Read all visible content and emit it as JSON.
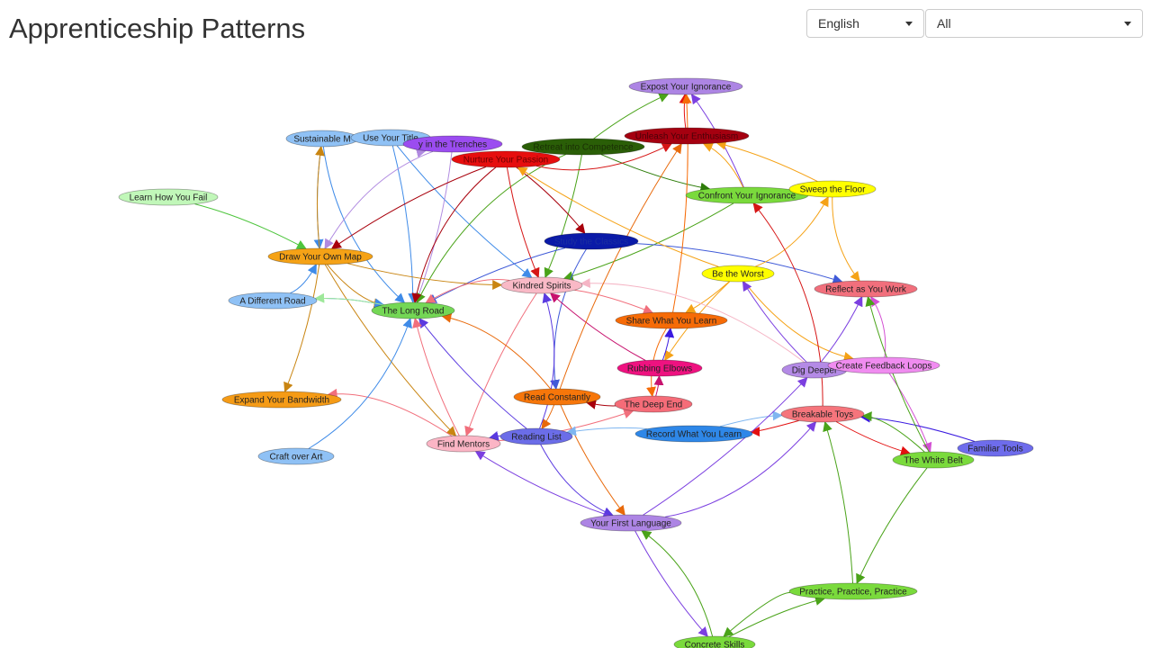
{
  "header": {
    "title": "Apprenticeship Patterns",
    "language_select": {
      "value": "English"
    },
    "filter_select": {
      "value": "All"
    }
  },
  "graph": {
    "nodes": [
      {
        "id": "expose",
        "label": "Expost Your Ignorance",
        "color": "#ad85e4",
        "text": "#222222"
      },
      {
        "id": "sustain",
        "label": "Sustainable M",
        "color": "#8fc1f5",
        "text": "#222222"
      },
      {
        "id": "usetitle",
        "label": "Use Your Title",
        "color": "#8fc1f5",
        "text": "#222222"
      },
      {
        "id": "trenches",
        "label": "y in the Trenches",
        "color": "#9b4cf0",
        "text": "#222222"
      },
      {
        "id": "competence",
        "label": "Retreat into Competence",
        "color": "#2a5e07",
        "text": "#1a2e05"
      },
      {
        "id": "unleash",
        "label": "Unleash Your Enthusiasm",
        "color": "#a50010",
        "text": "#4a0008"
      },
      {
        "id": "nurture",
        "label": "Nurture Your Passion",
        "color": "#e60e0e",
        "text": "#6e0000"
      },
      {
        "id": "confront",
        "label": "Confront Your Ignorance",
        "color": "#7ada3c",
        "text": "#222222"
      },
      {
        "id": "sweep",
        "label": "Sweep the Floor",
        "color": "#ffff00",
        "text": "#222222"
      },
      {
        "id": "learnfail",
        "label": "Learn How You Fail",
        "color": "#c1f7b9",
        "text": "#222222"
      },
      {
        "id": "classics",
        "label": "Study the Classics",
        "color": "#0a1aa8",
        "text": "#1a2ea0"
      },
      {
        "id": "ownmap",
        "label": "Draw Your Own Map",
        "color": "#f5a216",
        "text": "#222222"
      },
      {
        "id": "beworst",
        "label": "Be the Worst",
        "color": "#ffff00",
        "text": "#222222"
      },
      {
        "id": "kindred",
        "label": "Kindred Spirits",
        "color": "#f9b9c6",
        "text": "#222222"
      },
      {
        "id": "reflect",
        "label": "Reflect as You Work",
        "color": "#f16f7c",
        "text": "#222222"
      },
      {
        "id": "diffroad",
        "label": "A Different Road",
        "color": "#8fc1f5",
        "text": "#222222"
      },
      {
        "id": "longroad",
        "label": "The Long Road",
        "color": "#74d755",
        "text": "#222222"
      },
      {
        "id": "share",
        "label": "Share What You Learn",
        "color": "#f66b07",
        "text": "#222222"
      },
      {
        "id": "rubbing",
        "label": "Rubbing Elbows",
        "color": "#ee1280",
        "text": "#222222"
      },
      {
        "id": "digdeeper",
        "label": "Dig Deeper",
        "color": "#b48ae6",
        "text": "#222222"
      },
      {
        "id": "feedback",
        "label": "Create Feedback Loops",
        "color": "#f08cf0",
        "text": "#222222"
      },
      {
        "id": "bandwidth",
        "label": "Expand Your Bandwidth",
        "color": "#f59b16",
        "text": "#222222"
      },
      {
        "id": "readconst",
        "label": "Read Constantly",
        "color": "#f6760a",
        "text": "#222222"
      },
      {
        "id": "deepend",
        "label": "The Deep End",
        "color": "#f56c78",
        "text": "#222222"
      },
      {
        "id": "toys",
        "label": "Breakable Toys",
        "color": "#f5757c",
        "text": "#222222"
      },
      {
        "id": "record",
        "label": "Record What You Learn",
        "color": "#2e87e8",
        "text": "#222222"
      },
      {
        "id": "mentors",
        "label": "Find Mentors",
        "color": "#fbb5c5",
        "text": "#222222"
      },
      {
        "id": "readlist",
        "label": "Reading List",
        "color": "#6b6de8",
        "text": "#222222"
      },
      {
        "id": "familiar",
        "label": "Familiar Tools",
        "color": "#6e6cec",
        "text": "#222222"
      },
      {
        "id": "whitebelt",
        "label": "The White Belt",
        "color": "#7ada3c",
        "text": "#222222"
      },
      {
        "id": "craftart",
        "label": "Craft over Art",
        "color": "#8fc1f5",
        "text": "#222222"
      },
      {
        "id": "firstlang",
        "label": "Your First Language",
        "color": "#ad85e4",
        "text": "#222222"
      },
      {
        "id": "practice",
        "label": "Practice, Practice, Practice",
        "color": "#7ada3c",
        "text": "#222222"
      },
      {
        "id": "concrete",
        "label": "Concrete Skills",
        "color": "#7ada3c",
        "text": "#222222"
      }
    ],
    "edges": [
      {
        "from": "learnfail",
        "to": "ownmap",
        "color": "#4ec53d"
      },
      {
        "from": "sustain",
        "to": "ownmap",
        "color": "#3f8be8"
      },
      {
        "from": "sustain",
        "to": "longroad",
        "color": "#3f8be8"
      },
      {
        "from": "usetitle",
        "to": "longroad",
        "color": "#3f8be8"
      },
      {
        "from": "usetitle",
        "to": "kindred",
        "color": "#3f8be8"
      },
      {
        "from": "trenches",
        "to": "ownmap",
        "color": "#b08ae0"
      },
      {
        "from": "trenches",
        "to": "longroad",
        "color": "#b08ae0"
      },
      {
        "from": "trenches",
        "to": "usetitle",
        "color": "#b08ae0"
      },
      {
        "from": "usetitle",
        "to": "trenches",
        "color": "#b08ae0"
      },
      {
        "from": "competence",
        "to": "expose",
        "color": "#4aa319"
      },
      {
        "from": "competence",
        "to": "confront",
        "color": "#2e7d0a"
      },
      {
        "from": "competence",
        "to": "longroad",
        "color": "#4aa319"
      },
      {
        "from": "competence",
        "to": "kindred",
        "color": "#4aa319"
      },
      {
        "from": "nurture",
        "to": "ownmap",
        "color": "#a8000c"
      },
      {
        "from": "nurture",
        "to": "longroad",
        "color": "#a8000c"
      },
      {
        "from": "nurture",
        "to": "classics",
        "color": "#a8000c"
      },
      {
        "from": "nurture",
        "to": "kindred",
        "color": "#d61515"
      },
      {
        "from": "nurture",
        "to": "unleash",
        "color": "#d61515"
      },
      {
        "from": "unleash",
        "to": "expose",
        "color": "#e31010"
      },
      {
        "from": "confront",
        "to": "expose",
        "color": "#7b3fe0"
      },
      {
        "from": "confront",
        "to": "unleash",
        "color": "#f5a216"
      },
      {
        "from": "confront",
        "to": "kindred",
        "color": "#4aa319"
      },
      {
        "from": "sweep",
        "to": "unleash",
        "color": "#f5a216"
      },
      {
        "from": "sweep",
        "to": "reflect",
        "color": "#f5a216"
      },
      {
        "from": "classics",
        "to": "reflect",
        "color": "#3f5ad8"
      },
      {
        "from": "classics",
        "to": "longroad",
        "color": "#3f5ad8"
      },
      {
        "from": "classics",
        "to": "readconst",
        "color": "#3f5ad8"
      },
      {
        "from": "ownmap",
        "to": "sustain",
        "color": "#c98512"
      },
      {
        "from": "ownmap",
        "to": "kindred",
        "color": "#c98512"
      },
      {
        "from": "ownmap",
        "to": "longroad",
        "color": "#c98512"
      },
      {
        "from": "ownmap",
        "to": "bandwidth",
        "color": "#c98512"
      },
      {
        "from": "ownmap",
        "to": "mentors",
        "color": "#c98512"
      },
      {
        "from": "diffroad",
        "to": "ownmap",
        "color": "#3f8be8"
      },
      {
        "from": "diffroad",
        "to": "longroad",
        "color": "#3f8be8"
      },
      {
        "from": "longroad",
        "to": "diffroad",
        "color": "#9ee89a"
      },
      {
        "from": "kindred",
        "to": "longroad",
        "color": "#f16f7c"
      },
      {
        "from": "kindred",
        "to": "share",
        "color": "#f16f7c"
      },
      {
        "from": "kindred",
        "to": "mentors",
        "color": "#f16f7c"
      },
      {
        "from": "beworst",
        "to": "sweep",
        "color": "#f5a216"
      },
      {
        "from": "beworst",
        "to": "share",
        "color": "#f5a216"
      },
      {
        "from": "beworst",
        "to": "rubbing",
        "color": "#f5a216"
      },
      {
        "from": "beworst",
        "to": "feedback",
        "color": "#f5a216"
      },
      {
        "from": "beworst",
        "to": "nurture",
        "color": "#f5a216"
      },
      {
        "from": "share",
        "to": "expose",
        "color": "#f66b07"
      },
      {
        "from": "share",
        "to": "deepend",
        "color": "#f66b07"
      },
      {
        "from": "rubbing",
        "to": "kindred",
        "color": "#c7126e"
      },
      {
        "from": "rubbing",
        "to": "share",
        "color": "#3a1ae0"
      },
      {
        "from": "readconst",
        "to": "longroad",
        "color": "#e8690a"
      },
      {
        "from": "readconst",
        "to": "readlist",
        "color": "#e8690a"
      },
      {
        "from": "readconst",
        "to": "firstlang",
        "color": "#e8690a"
      },
      {
        "from": "readlist",
        "to": "kindred",
        "color": "#5a3ae0"
      },
      {
        "from": "readlist",
        "to": "longroad",
        "color": "#5a3ae0"
      },
      {
        "from": "readlist",
        "to": "mentors",
        "color": "#5a3ae0"
      },
      {
        "from": "readlist",
        "to": "firstlang",
        "color": "#5a3ae0"
      },
      {
        "from": "deepend",
        "to": "readconst",
        "color": "#a8000c"
      },
      {
        "from": "deepend",
        "to": "rubbing",
        "color": "#c7126e"
      },
      {
        "from": "mentors",
        "to": "bandwidth",
        "color": "#f16f7c"
      },
      {
        "from": "mentors",
        "to": "longroad",
        "color": "#f16f7c"
      },
      {
        "from": "mentors",
        "to": "deepend",
        "color": "#f16f7c"
      },
      {
        "from": "craftart",
        "to": "longroad",
        "color": "#3f8be8"
      },
      {
        "from": "digdeeper",
        "to": "beworst",
        "color": "#7b3fe0"
      },
      {
        "from": "digdeeper",
        "to": "reflect",
        "color": "#7b3fe0"
      },
      {
        "from": "digdeeper",
        "to": "kindred",
        "color": "#f5b5c5"
      },
      {
        "from": "toys",
        "to": "record",
        "color": "#e31010"
      },
      {
        "from": "toys",
        "to": "whitebelt",
        "color": "#e31010"
      },
      {
        "from": "toys",
        "to": "confront",
        "color": "#d61515"
      },
      {
        "from": "record",
        "to": "toys",
        "color": "#7fb6f0"
      },
      {
        "from": "record",
        "to": "readlist",
        "color": "#7fb6f0"
      },
      {
        "from": "feedback",
        "to": "reflect",
        "color": "#d34fd3"
      },
      {
        "from": "feedback",
        "to": "whitebelt",
        "color": "#d34fd3"
      },
      {
        "from": "familiar",
        "to": "toys",
        "color": "#3a1ae0"
      },
      {
        "from": "whitebelt",
        "to": "toys",
        "color": "#4aa319"
      },
      {
        "from": "whitebelt",
        "to": "reflect",
        "color": "#4aa319"
      },
      {
        "from": "whitebelt",
        "to": "practice",
        "color": "#4aa319"
      },
      {
        "from": "firstlang",
        "to": "toys",
        "color": "#7b3fe0"
      },
      {
        "from": "firstlang",
        "to": "mentors",
        "color": "#7b3fe0"
      },
      {
        "from": "firstlang",
        "to": "concrete",
        "color": "#7b3fe0"
      },
      {
        "from": "concrete",
        "to": "firstlang",
        "color": "#4aa319"
      },
      {
        "from": "concrete",
        "to": "practice",
        "color": "#4aa319"
      },
      {
        "from": "practice",
        "to": "toys",
        "color": "#4aa319"
      },
      {
        "from": "practice",
        "to": "concrete",
        "color": "#4aa319"
      },
      {
        "from": "readconst",
        "to": "unleash",
        "color": "#e8690a"
      },
      {
        "from": "firstlang",
        "to": "digdeeper",
        "color": "#7b3fe0"
      }
    ]
  }
}
